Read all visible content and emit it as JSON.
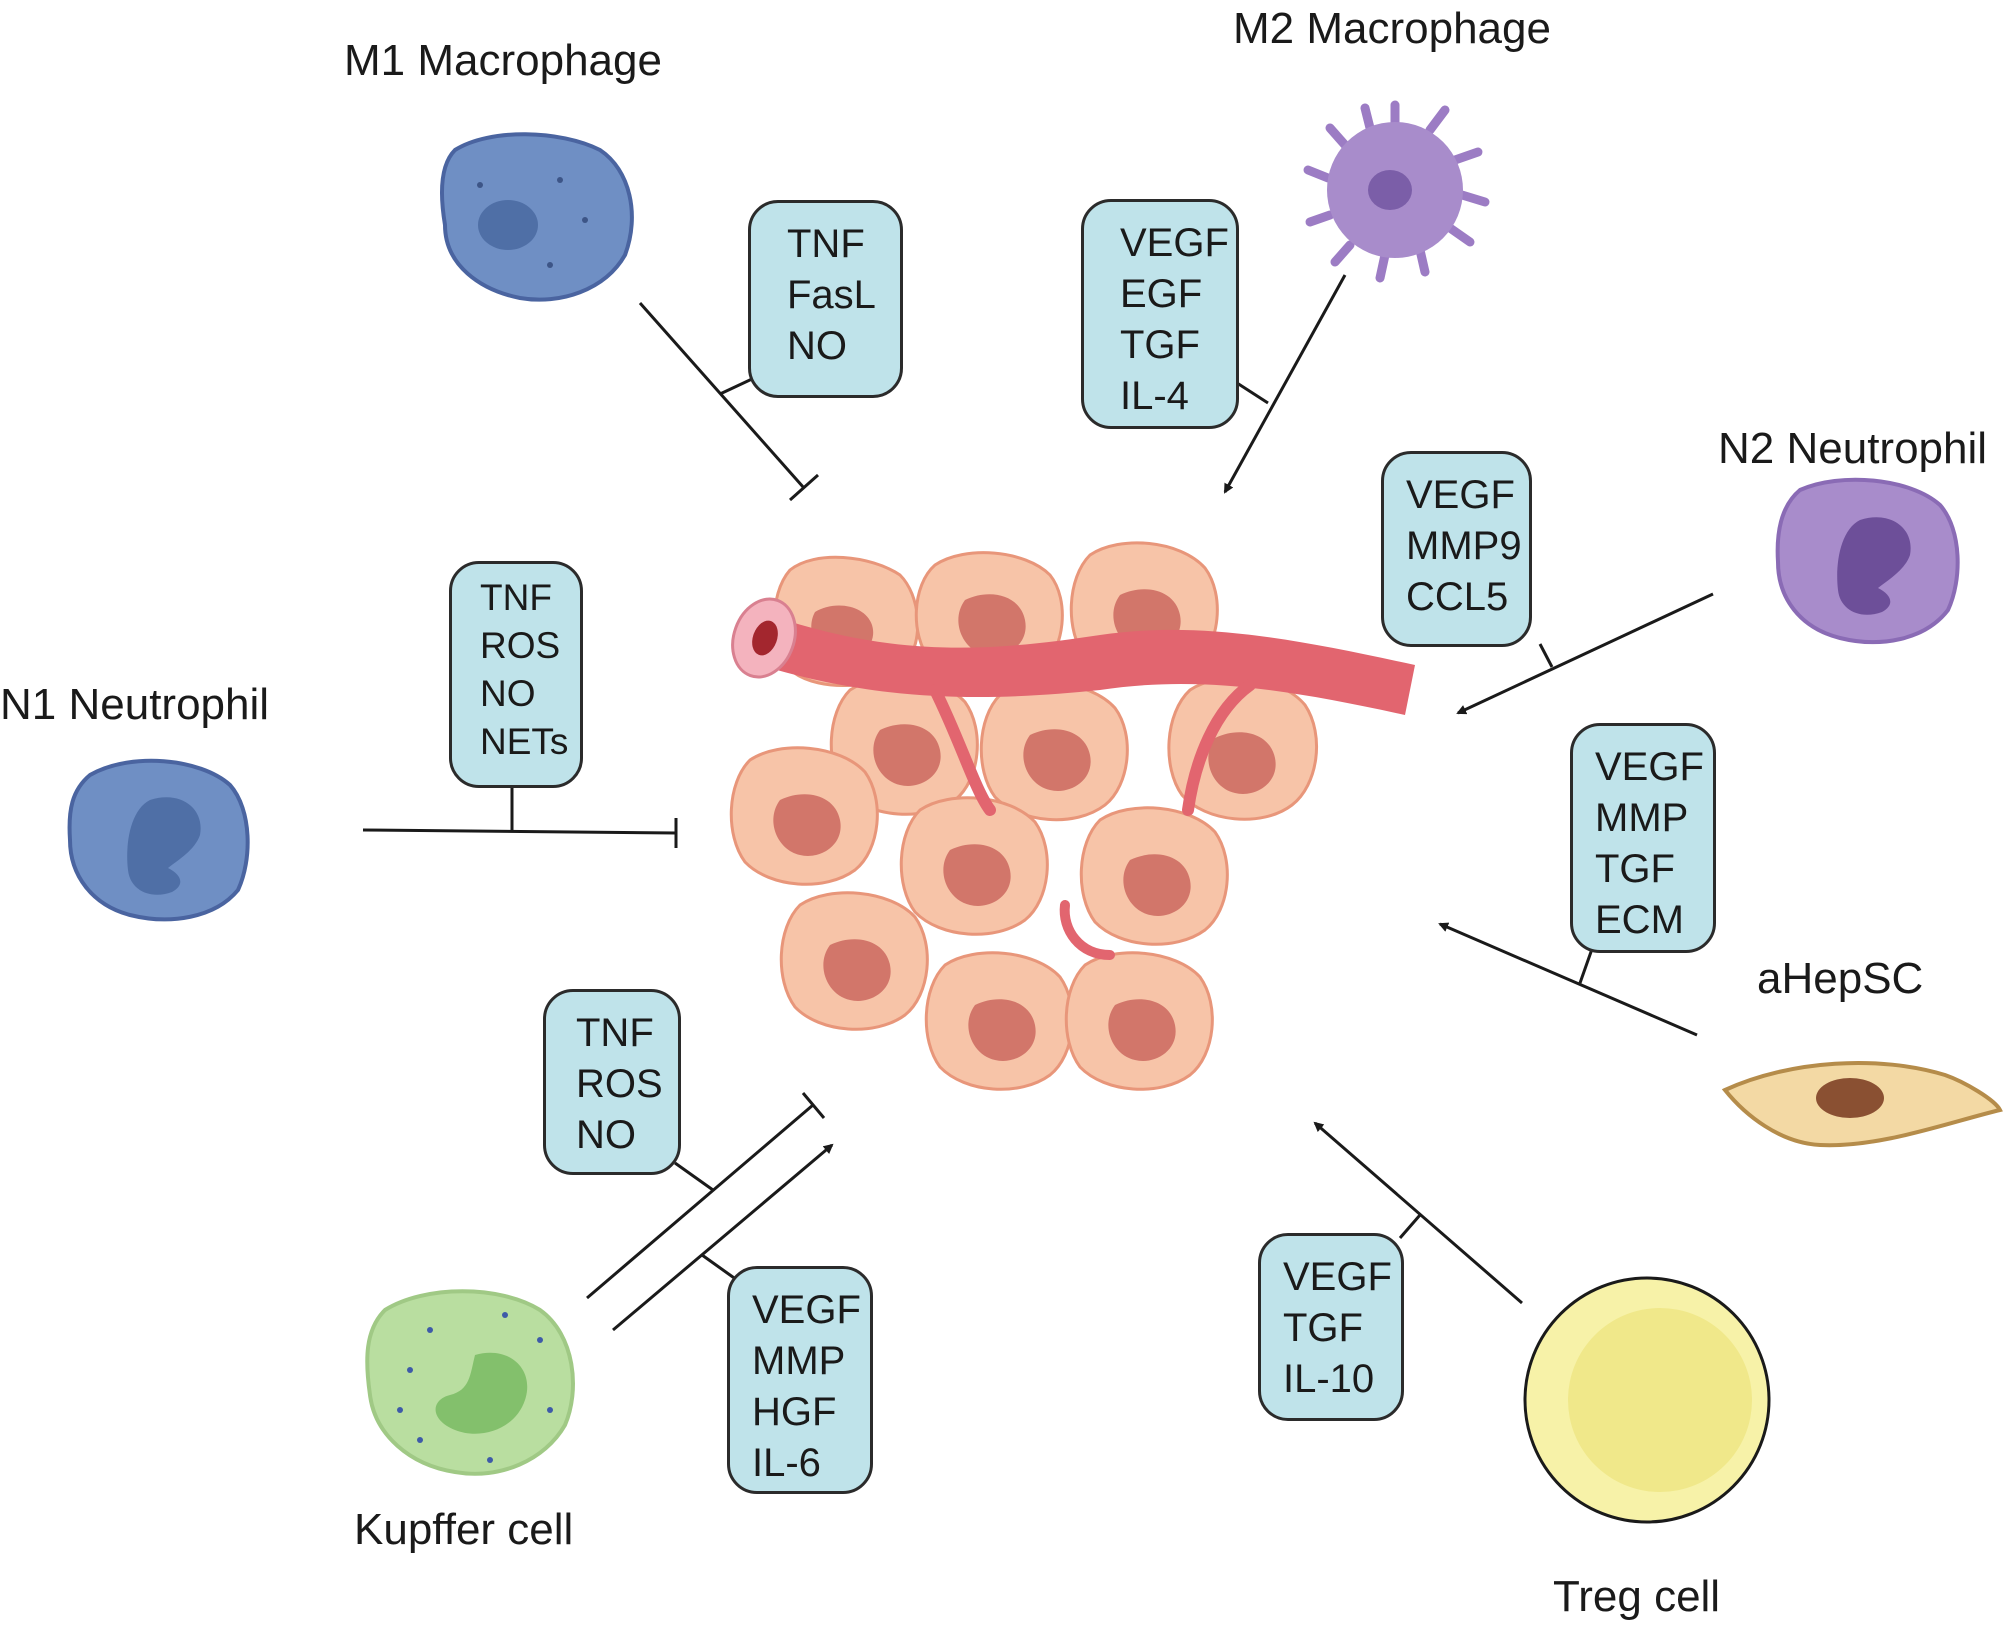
{
  "cells": {
    "m1_macrophage": "M1 Macrophage",
    "m2_macrophage": "M2 Macrophage",
    "n1_neutrophil": "N1 Neutrophil",
    "n2_neutrophil": "N2 Neutrophil",
    "ahepsc": "aHepSC",
    "kupffer_cell": "Kupffer cell",
    "treg_cell": "Treg cell"
  },
  "factors": {
    "m1": [
      "TNF",
      "FasL",
      "NO"
    ],
    "m2": [
      "VEGF",
      "EGF",
      "TGF",
      "IL-4"
    ],
    "n1": [
      "TNF",
      "ROS",
      "NO",
      "NETs"
    ],
    "n2": [
      "VEGF",
      "MMP9",
      "CCL5"
    ],
    "ahepsc": [
      "VEGF",
      "MMP",
      "TGF",
      "ECM"
    ],
    "kupffer_inhibit": [
      "TNF",
      "ROS",
      "NO"
    ],
    "kupffer_promote": [
      "VEGF",
      "MMP",
      "HGF",
      "IL-6"
    ],
    "treg": [
      "VEGF",
      "TGF",
      "IL-10"
    ]
  },
  "effects": {
    "m1": "inhibit",
    "m2": "promote",
    "n1": "inhibit",
    "n2": "promote",
    "ahepsc": "promote",
    "kupffer_inhibit": "inhibit",
    "kupffer_promote": "promote",
    "treg": "promote"
  },
  "colors": {
    "m1_cell": "#6f8fc4",
    "n1_cell": "#6f8fc4",
    "m2_cell": "#a88ccb",
    "n2_cell": "#a88ccb",
    "kupffer_cell": "#b9dea0",
    "treg_cell": "#f7f2a8",
    "ahepsc_cell": "#f3d9a4",
    "tumor_cell": "#f7c4a8",
    "tumor_nucleus": "#d2766a",
    "vessel": "#e2656f",
    "factor_box": "#bfe3ea"
  }
}
